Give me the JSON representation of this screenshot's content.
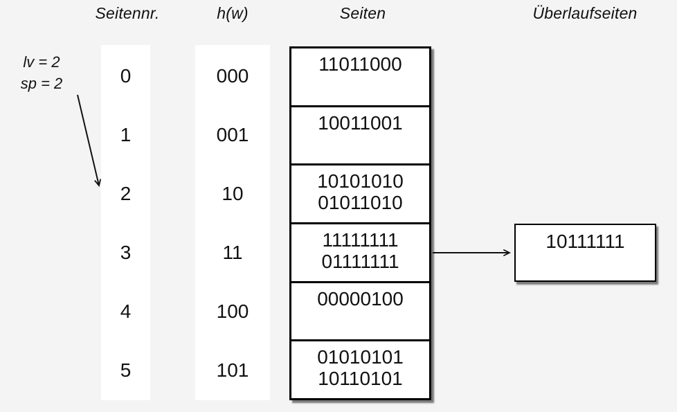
{
  "diagram": {
    "title_context": "linear-hashing-pages",
    "colors": {
      "background": "#f4f4f5",
      "box_fill": "#ffffff",
      "line": "#111111",
      "shadow": "rgba(0,0,0,0.5)"
    }
  },
  "headers": {
    "seitennr": "Seitennr.",
    "hw": "h(w)",
    "seiten": "Seiten",
    "ueberlaufseiten": "Überlaufseiten"
  },
  "annotation": {
    "line1": "lv = 2",
    "line2": "sp = 2"
  },
  "rows": [
    {
      "seitennr": "0",
      "hw": "000",
      "page_lines": [
        "11011000"
      ]
    },
    {
      "seitennr": "1",
      "hw": "001",
      "page_lines": [
        "10011001"
      ]
    },
    {
      "seitennr": "2",
      "hw": "10",
      "page_lines": [
        "10101010",
        "01011010"
      ]
    },
    {
      "seitennr": "3",
      "hw": "11",
      "page_lines": [
        "11111111",
        "01111111"
      ]
    },
    {
      "seitennr": "4",
      "hw": "100",
      "page_lines": [
        "00000100"
      ]
    },
    {
      "seitennr": "5",
      "hw": "101",
      "page_lines": [
        "01010101",
        "10110101"
      ]
    }
  ],
  "overflow": {
    "lines": [
      "10111111"
    ],
    "linked_page_row": "3"
  },
  "arrows": {
    "split_pointer_target_row": "2",
    "overflow_source_row": "3"
  }
}
